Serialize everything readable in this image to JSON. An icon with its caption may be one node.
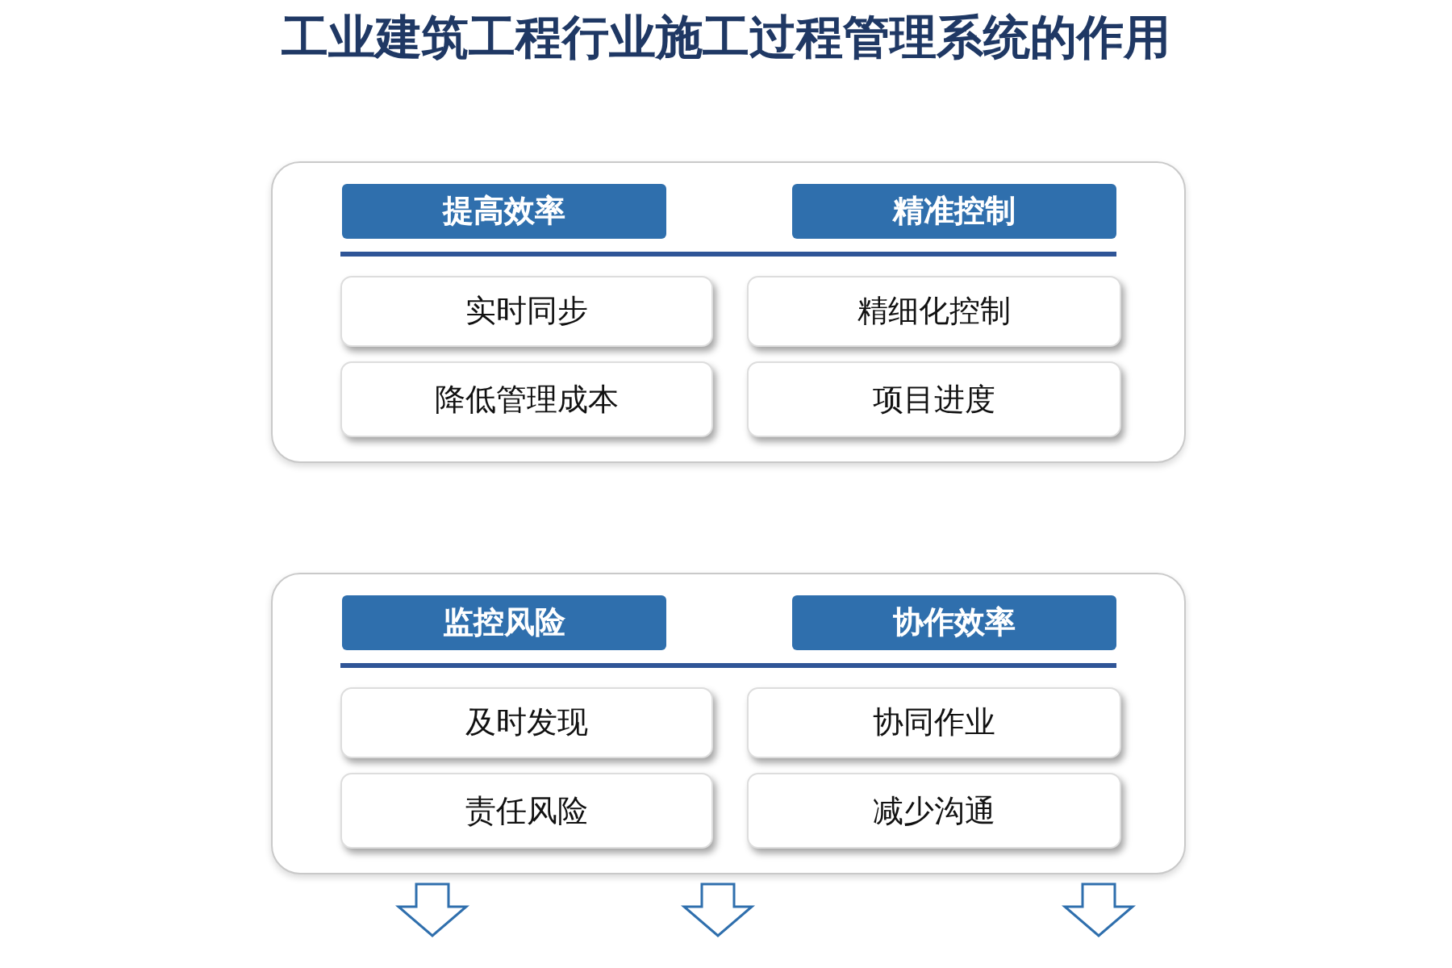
{
  "diagram": {
    "title": "工业建筑工程行业施工过程管理系统的作用",
    "nodes": [
      {
        "text": [],
        "shape": "box"
      },
      {
        "text": [
          "提高效率"
        ],
        "in": 0
      },
      {
        "text": [
          "精准控制"
        ],
        "in": 0
      },
      {
        "text": [
          "实时同步"
        ],
        "in": 0
      },
      {
        "text": [
          "精细化控制"
        ],
        "in": 0
      },
      {
        "text": [
          "降低管理成本"
        ],
        "in": 0
      },
      {
        "text": [
          "项目进度"
        ],
        "in": 0
      },
      {
        "text": [],
        "shape": "box"
      },
      {
        "text": [
          "监控风险"
        ],
        "in": 7
      },
      {
        "text": [
          "协作效率"
        ],
        "in": 7
      },
      {
        "text": [
          "及时发现"
        ],
        "in": 7
      },
      {
        "text": [
          "协同作业"
        ],
        "in": 7
      },
      {
        "text": [
          "责任风险"
        ],
        "in": 7
      },
      {
        "text": [
          "减少沟通"
        ],
        "in": 7
      }
    ]
  }
}
